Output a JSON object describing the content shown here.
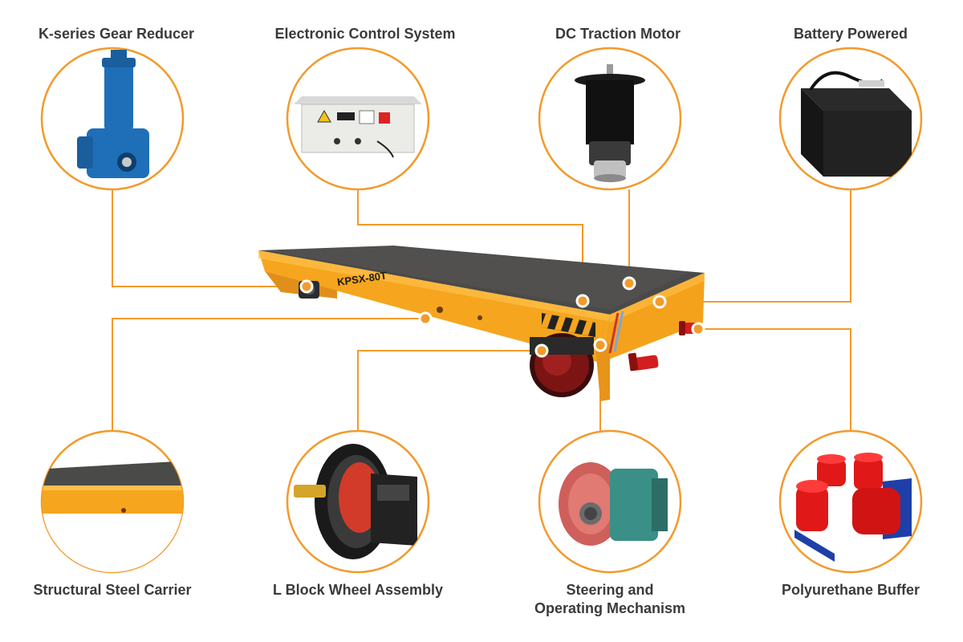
{
  "components": [
    {
      "name": "K-series Gear Reducer"
    },
    {
      "name": "Electronic Control System"
    },
    {
      "name": "DC Traction Motor"
    },
    {
      "name": "Battery Powered"
    },
    {
      "name": "Structural Steel Carrier"
    },
    {
      "name": "L Block Wheel Assembly"
    },
    {
      "name": "Steering and",
      "name_line2": "Operating Mechanism"
    },
    {
      "name": "Polyurethane Buffer"
    }
  ],
  "cart": {
    "model_marking": "KPSX-80T"
  },
  "colors": {
    "callout_orange": "#f39a2b",
    "cart_yellow": "#f6a51e",
    "deck_gray": "#4a4a48",
    "text": "#3a3a3a"
  }
}
